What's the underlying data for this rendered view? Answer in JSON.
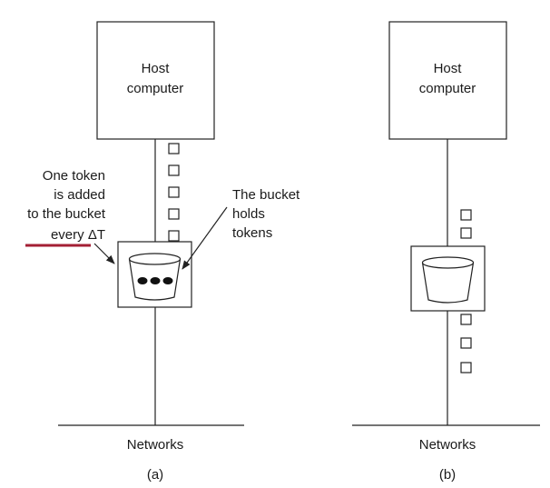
{
  "panel_a": {
    "host_line1": "Host",
    "host_line2": "computer",
    "annotation_left": [
      "One token",
      "is added",
      "to the bucket",
      "every ΔT"
    ],
    "annotation_right": [
      "The bucket",
      "holds",
      "tokens"
    ],
    "network_label": "Networks",
    "caption": "(a)"
  },
  "panel_b": {
    "host_line1": "Host",
    "host_line2": "computer",
    "network_label": "Networks",
    "caption": "(b)"
  },
  "colors": {
    "underline": "#a31f34",
    "ink": "#222222"
  }
}
